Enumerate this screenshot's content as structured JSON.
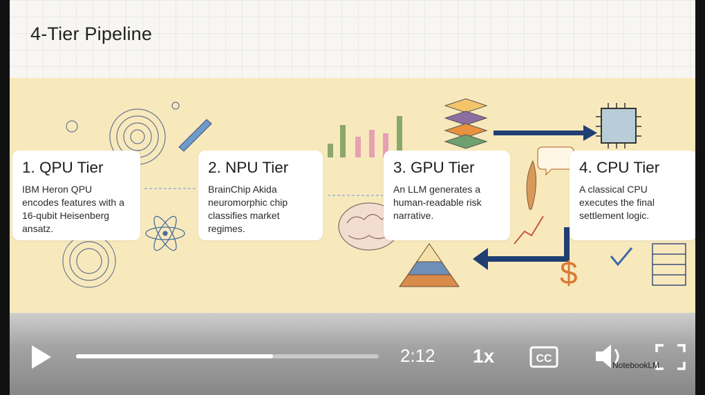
{
  "slide": {
    "title": "4-Tier Pipeline",
    "cards": [
      {
        "heading": "1. QPU Tier",
        "body": "IBM Heron QPU encodes features with a 16-qubit Heisenberg ansatz."
      },
      {
        "heading": "2. NPU Tier",
        "body": "BrainChip Akida neuromorphic chip classifies market regimes."
      },
      {
        "heading": "3. GPU Tier",
        "body": "An LLM generates a human-readable risk narrative."
      },
      {
        "heading": "4. CPU Tier",
        "body": "A classical CPU executes the final settlement logic."
      }
    ],
    "accent_band_color": "#f8e9bd"
  },
  "player": {
    "time": "2:12",
    "speed": "1x",
    "progress_fraction": 0.65,
    "watermark": "NotebookLM",
    "icons": {
      "play": "play-icon",
      "captions": "cc-icon",
      "volume": "volume-icon",
      "fullscreen": "fullscreen-icon"
    }
  }
}
